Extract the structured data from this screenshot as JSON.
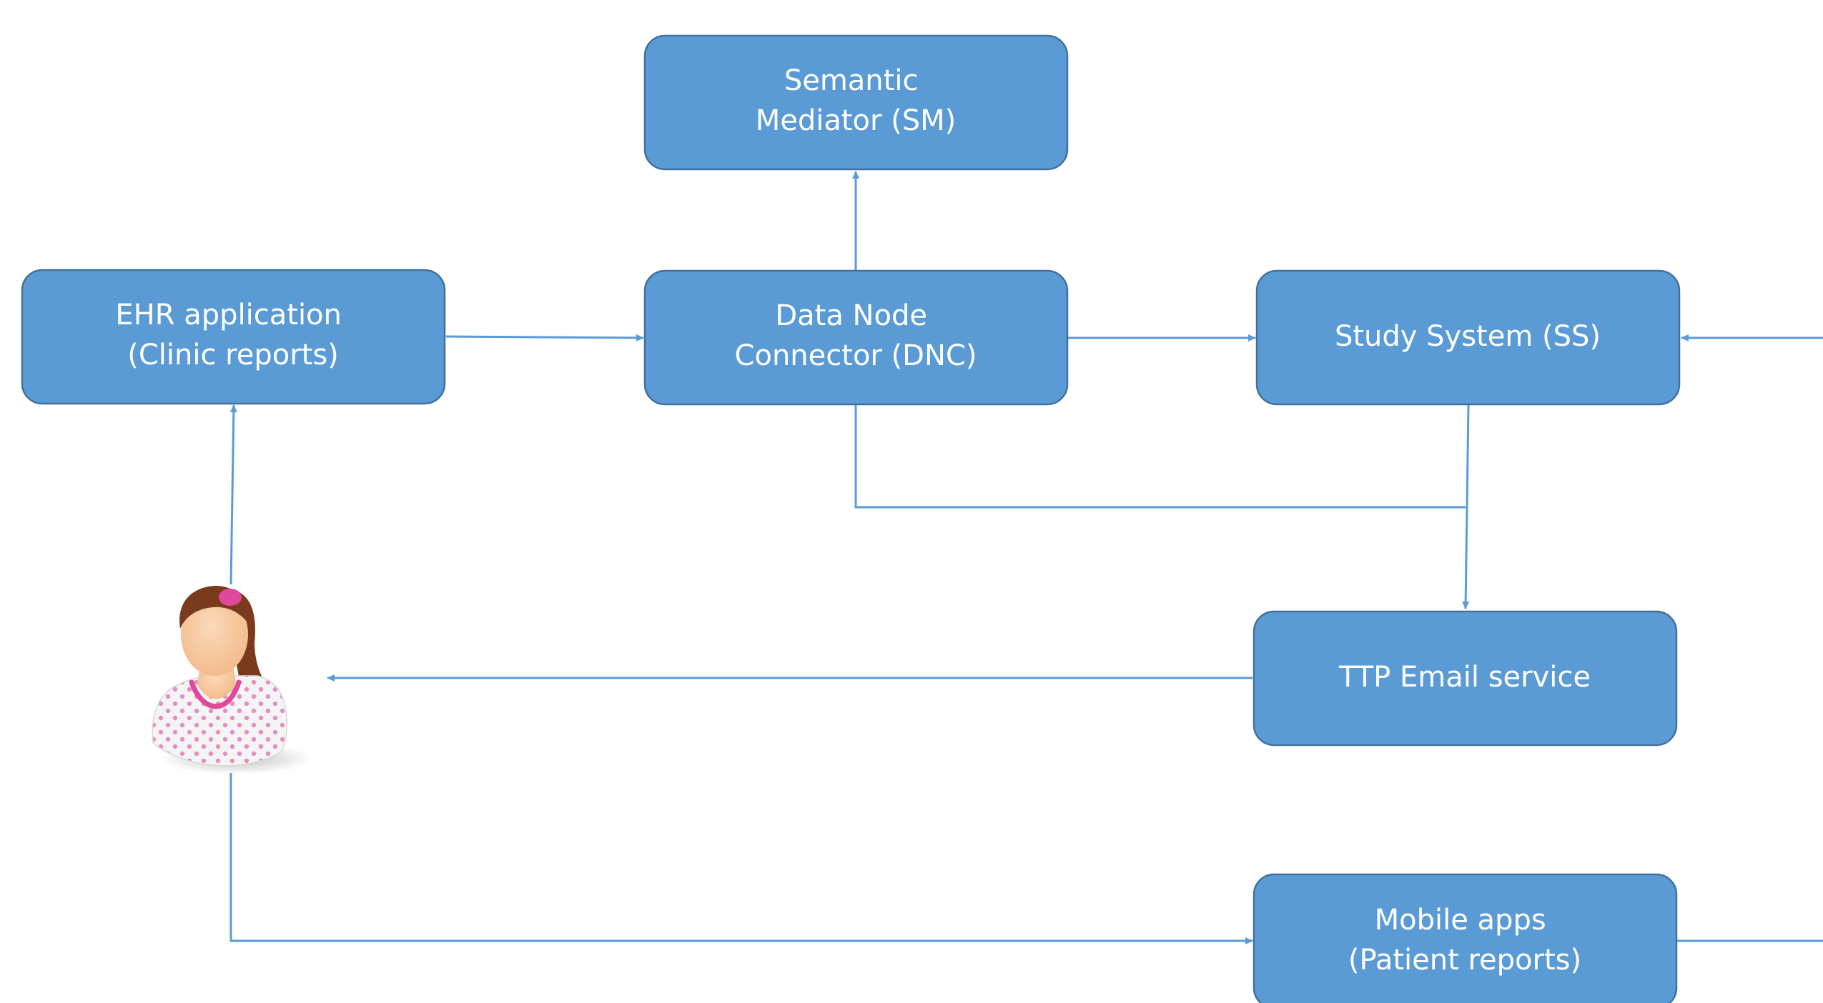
{
  "colors": {
    "box_fill": "#5b9bd5",
    "box_stroke": "#41719c",
    "box_text": "#ffffff",
    "line": "#5b9bd5",
    "background": "#ffffff"
  },
  "nodes": {
    "semantic_mediator": {
      "lines": [
        "Semantic",
        "Mediator (SM)"
      ]
    },
    "ehr_application": {
      "lines": [
        "EHR application",
        "(Clinic reports)"
      ]
    },
    "data_node_connector": {
      "lines": [
        "Data Node",
        "Connector (DNC)"
      ]
    },
    "study_system": {
      "lines": [
        "Study System (SS)"
      ]
    },
    "ttp_email_service": {
      "lines": [
        "TTP Email service"
      ]
    },
    "mobile_apps": {
      "lines": [
        "Mobile apps",
        "(Patient reports)"
      ]
    }
  },
  "patient": {
    "icon": "patient-icon",
    "colors": {
      "hair": "#7a3b1c",
      "skin": "#f2b98a",
      "gown": "#f4f4f4",
      "dots": "#e58fc0",
      "collar": "#e0489b"
    }
  }
}
